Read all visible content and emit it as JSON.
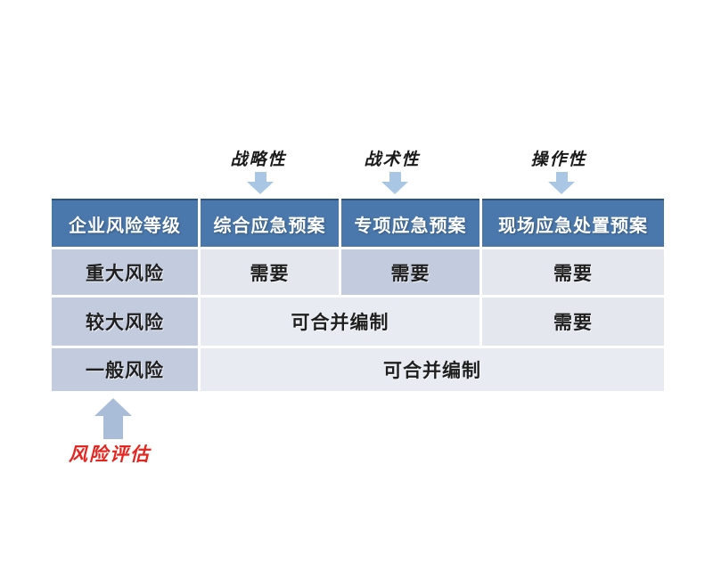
{
  "colors": {
    "header_bg": "#4a78ac",
    "header_border": "#2c5380",
    "header_text": "#ffffff",
    "cell_dark": "#c3ccde",
    "cell_light": "#e4e7ee",
    "cell_lighter": "#e8ebf1",
    "cell_text": "#1f1f1f",
    "arrow_down": "#a9c6e4",
    "arrow_up": "#a9bdd9",
    "risk_label_red": "#e52620",
    "background": "#ffffff"
  },
  "top_labels": {
    "strategic": "战略性",
    "tactical": "战术性",
    "operational": "操作性"
  },
  "table": {
    "headers": {
      "risk_level": "企业风险等级",
      "comprehensive_plan": "综合应急预案",
      "special_plan": "专项应急预案",
      "onsite_plan": "现场应急处置预案"
    },
    "row_major": {
      "level": "重大风险",
      "comprehensive": "需要",
      "special": "需要",
      "onsite": "需要"
    },
    "row_larger": {
      "level": "较大风险",
      "merged_comprehensive_special": "可合并编制",
      "onsite": "需要"
    },
    "row_general": {
      "level": "一般风险",
      "merged_all": "可合并编制"
    }
  },
  "bottom_label": "风险评估"
}
